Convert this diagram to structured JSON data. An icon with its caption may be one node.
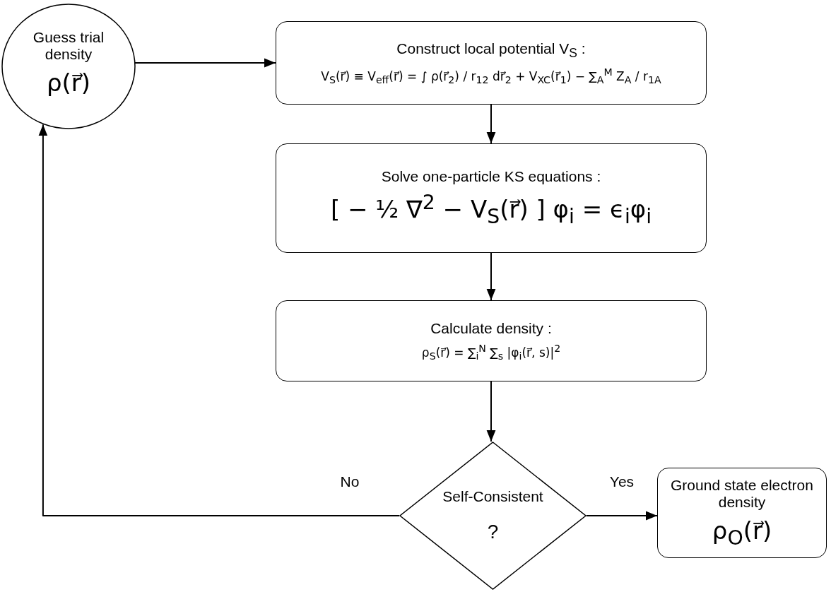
{
  "diagram": {
    "nodes": [
      {
        "text": [
          "Guess trial density",
          "ρ(r⃗)"
        ]
      },
      {
        "text": [
          "Construct local potential V$_{S}$ :",
          "V$_{S}$(r⃗) ≡ V$_{eff}$(r⃗) = ∫ ρ(r⃗$_{2}$) / r$_{12}$ dr⃗$_{2}$ + V$_{XC}$(r⃗$_{1}$) − ∑$_{A}$$^{M}$ Z$_{A}$ / r$_{1A}$"
        ]
      },
      {
        "text": [
          "Solve one-particle KS equations :",
          "[ − ½ ∇$^{2}$ − V$_{S}$(r⃗) ] φ$_{i}$ = ϵ$_{i}$φ$_{i}$"
        ]
      },
      {
        "text": [
          "Calculate density :",
          "ρ$_{S}$(r⃗) = ∑$_{i}$$^{N}$ ∑$_{s}$ |φ$_{i}$(r⃗, s)|$^{2}$"
        ]
      },
      {
        "text": [
          "Self-Consistent",
          "?"
        ]
      },
      {
        "text": [
          "Ground state electron density",
          "ρ$_{O}$(r⃗)"
        ]
      }
    ],
    "edges": [
      {
        "from": 0,
        "to": 1,
        "arrow": "to"
      },
      {
        "from": 1,
        "to": 2,
        "arrow": "to"
      },
      {
        "from": 2,
        "to": 3,
        "arrow": "to"
      },
      {
        "from": 3,
        "to": 4,
        "arrow": "to"
      },
      {
        "from": 4,
        "to": 0,
        "arrow": "to",
        "label": "No"
      },
      {
        "from": 4,
        "to": 5,
        "arrow": "to",
        "label": "Yes"
      }
    ]
  }
}
